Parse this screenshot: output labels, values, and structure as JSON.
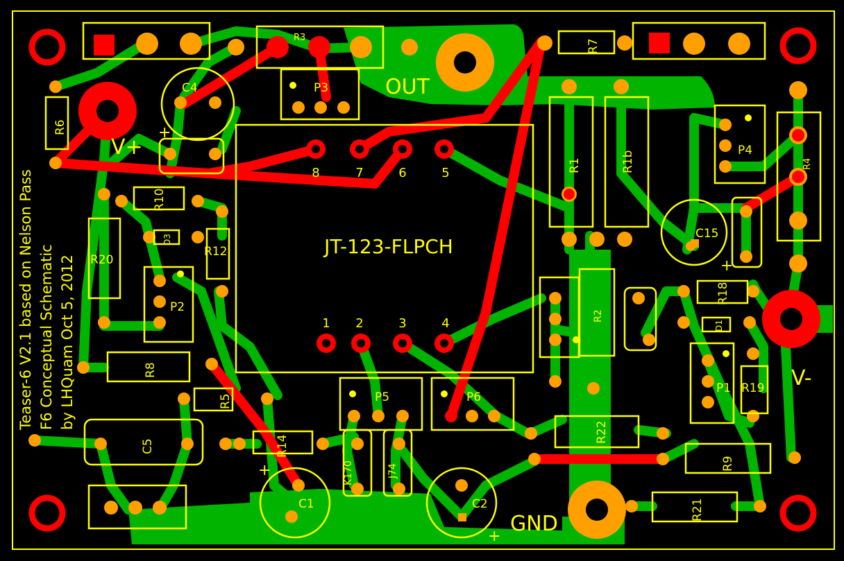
{
  "board": {
    "side_text": [
      "Teaser-6 V2.1 based on Nelson Pass",
      "F6 Conceptual Schematic",
      "by LHQuam Oct 5, 2012"
    ],
    "ic_label": "JT-123-FLPCH",
    "pin_labels": [
      "1",
      "2",
      "3",
      "4",
      "5",
      "6",
      "7",
      "8"
    ],
    "net_labels": {
      "out": "OUT",
      "gnd": "GND",
      "vplus": "V+",
      "vminus": "V-"
    },
    "components": [
      "R3",
      "P3",
      "C4",
      "R6",
      "R7",
      "R1",
      "R1b",
      "R4",
      "P4",
      "C15",
      "R18",
      "D1",
      "R10",
      "D3",
      "R12",
      "R20",
      "P2",
      "R8",
      "R5",
      "C5",
      "R14",
      "C1",
      "K170",
      "J74",
      "P5",
      "P6",
      "C2",
      "R2",
      "P1",
      "R19",
      "R22",
      "R9",
      "R21"
    ]
  },
  "colors": {
    "background": "#000000",
    "copper_top": "#00b400",
    "copper_bottom": "#ff0000",
    "pad": "#ffa000",
    "silkscreen": "#ffff00"
  }
}
